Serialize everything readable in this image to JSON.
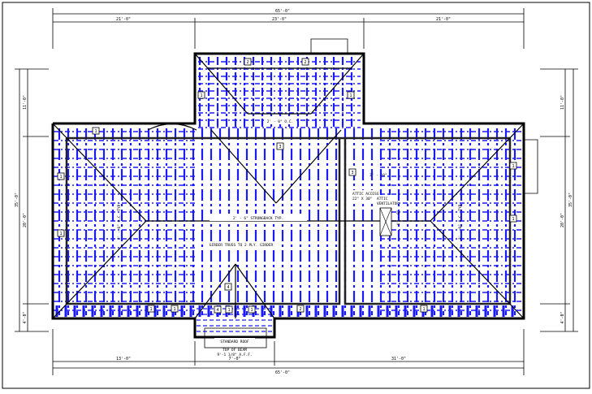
{
  "dimensions": {
    "top_overall": "65'-0\"",
    "top_left": "21'-0\"",
    "top_mid": "23'-0\"",
    "top_right": "21'-0\"",
    "bottom_overall": "65'-0\"",
    "bottom_left": "13'-0\"",
    "bottom_mid": "7'-0\"",
    "bottom_right": "31'-0\"",
    "left_overall": "35'-0\"",
    "left_top": "11'-0\"",
    "left_mid": "20'-0\"",
    "left_bottom": "4'-0\"",
    "right_overall": "35'-0\"",
    "right_top": "11'-0\"",
    "right_mid": "20'-0\"",
    "right_bottom": "4'-0\""
  },
  "notes": {
    "ridge_main": "2' - 6\" STRONGBACK TYP.",
    "truss_note": "GIRDER TRUSS TO 2 PLY. GIRDER",
    "ridge_upper": "2' - 0\" O.C.",
    "hip_left": "2' - 0\" O.C. TYP.",
    "hip_right": "2' - 0\" O.C. TYP.",
    "attic_access": "ATTIC ACCESS",
    "attic_sub": "22\" X 30\"",
    "attic_vent": "ATTIC",
    "attic_vent2": "VENTILATOR",
    "span_a": "3' - 10\"",
    "span_b": "4' - 0\"",
    "porch_label": "STANDARD ROOF",
    "porch_sub": "TOP OF BEAM",
    "porch_sub2": "9'-1 1/8\" A.F.F."
  },
  "mark_tags": [
    "1",
    "2",
    "3",
    "4"
  ],
  "colors": {
    "line": "#000000",
    "truss": "#1a1aff",
    "background": "#ffffff"
  }
}
